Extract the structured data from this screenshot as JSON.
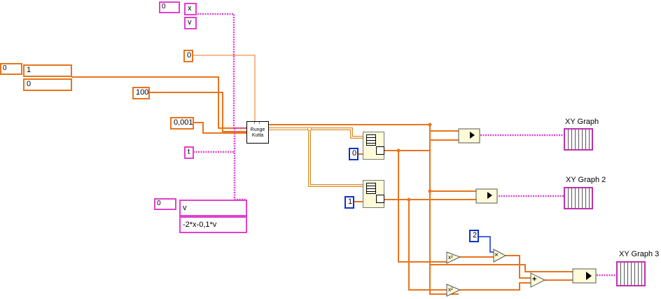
{
  "rk_block": {
    "line1": "Runge",
    "line2": "Kutta"
  },
  "initial_array": {
    "index": "0",
    "values": [
      "1",
      "0"
    ]
  },
  "names_array": {
    "index": "0",
    "values": [
      "x",
      "v"
    ]
  },
  "equations_array": {
    "index": "0",
    "values": [
      "v",
      "-2*x-0,1*v"
    ]
  },
  "start_time": "0",
  "end_time": "100",
  "time_step": "0,001",
  "time_var": "t",
  "index_0": "0",
  "index_1": "1",
  "const_2": "2",
  "square_label": "x²",
  "multiply_label": "×",
  "add_label": "+",
  "graphs": [
    "XY Graph",
    "XY Graph 2",
    "XY Graph 3"
  ],
  "colors": {
    "orange": "#e8741c",
    "pink": "#e040d0",
    "blue": "#1030d0",
    "dbl_wire": "#d89028"
  }
}
